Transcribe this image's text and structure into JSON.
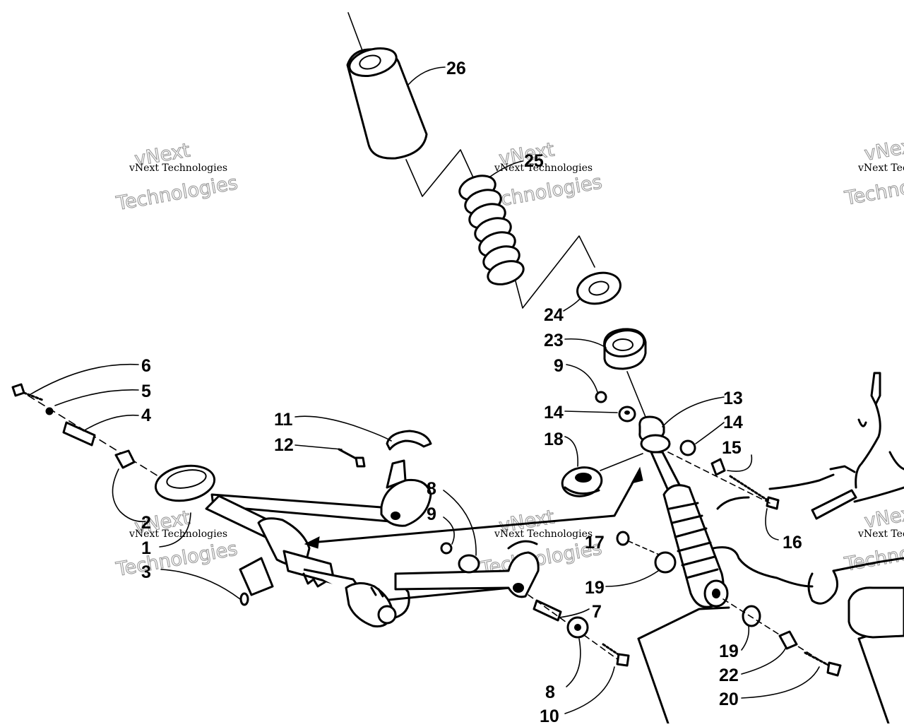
{
  "watermark": {
    "small_text": "vNext Technologies",
    "big_text_line1": "vNext",
    "big_text_line2": "Technologies"
  },
  "callouts": {
    "c1": "1",
    "c2": "2",
    "c3": "3",
    "c4": "4",
    "c5": "5",
    "c6": "6",
    "c7": "7",
    "c8a": "8",
    "c8b": "8",
    "c9a": "9",
    "c9b": "9",
    "c10": "10",
    "c11": "11",
    "c12": "12",
    "c13": "13",
    "c14a": "14",
    "c14b": "14",
    "c15": "15",
    "c16": "16",
    "c17": "17",
    "c18": "18",
    "c19a": "19",
    "c19b": "19",
    "c20": "20",
    "c22": "22",
    "c23": "23",
    "c24": "24",
    "c25": "25",
    "c26": "26"
  }
}
